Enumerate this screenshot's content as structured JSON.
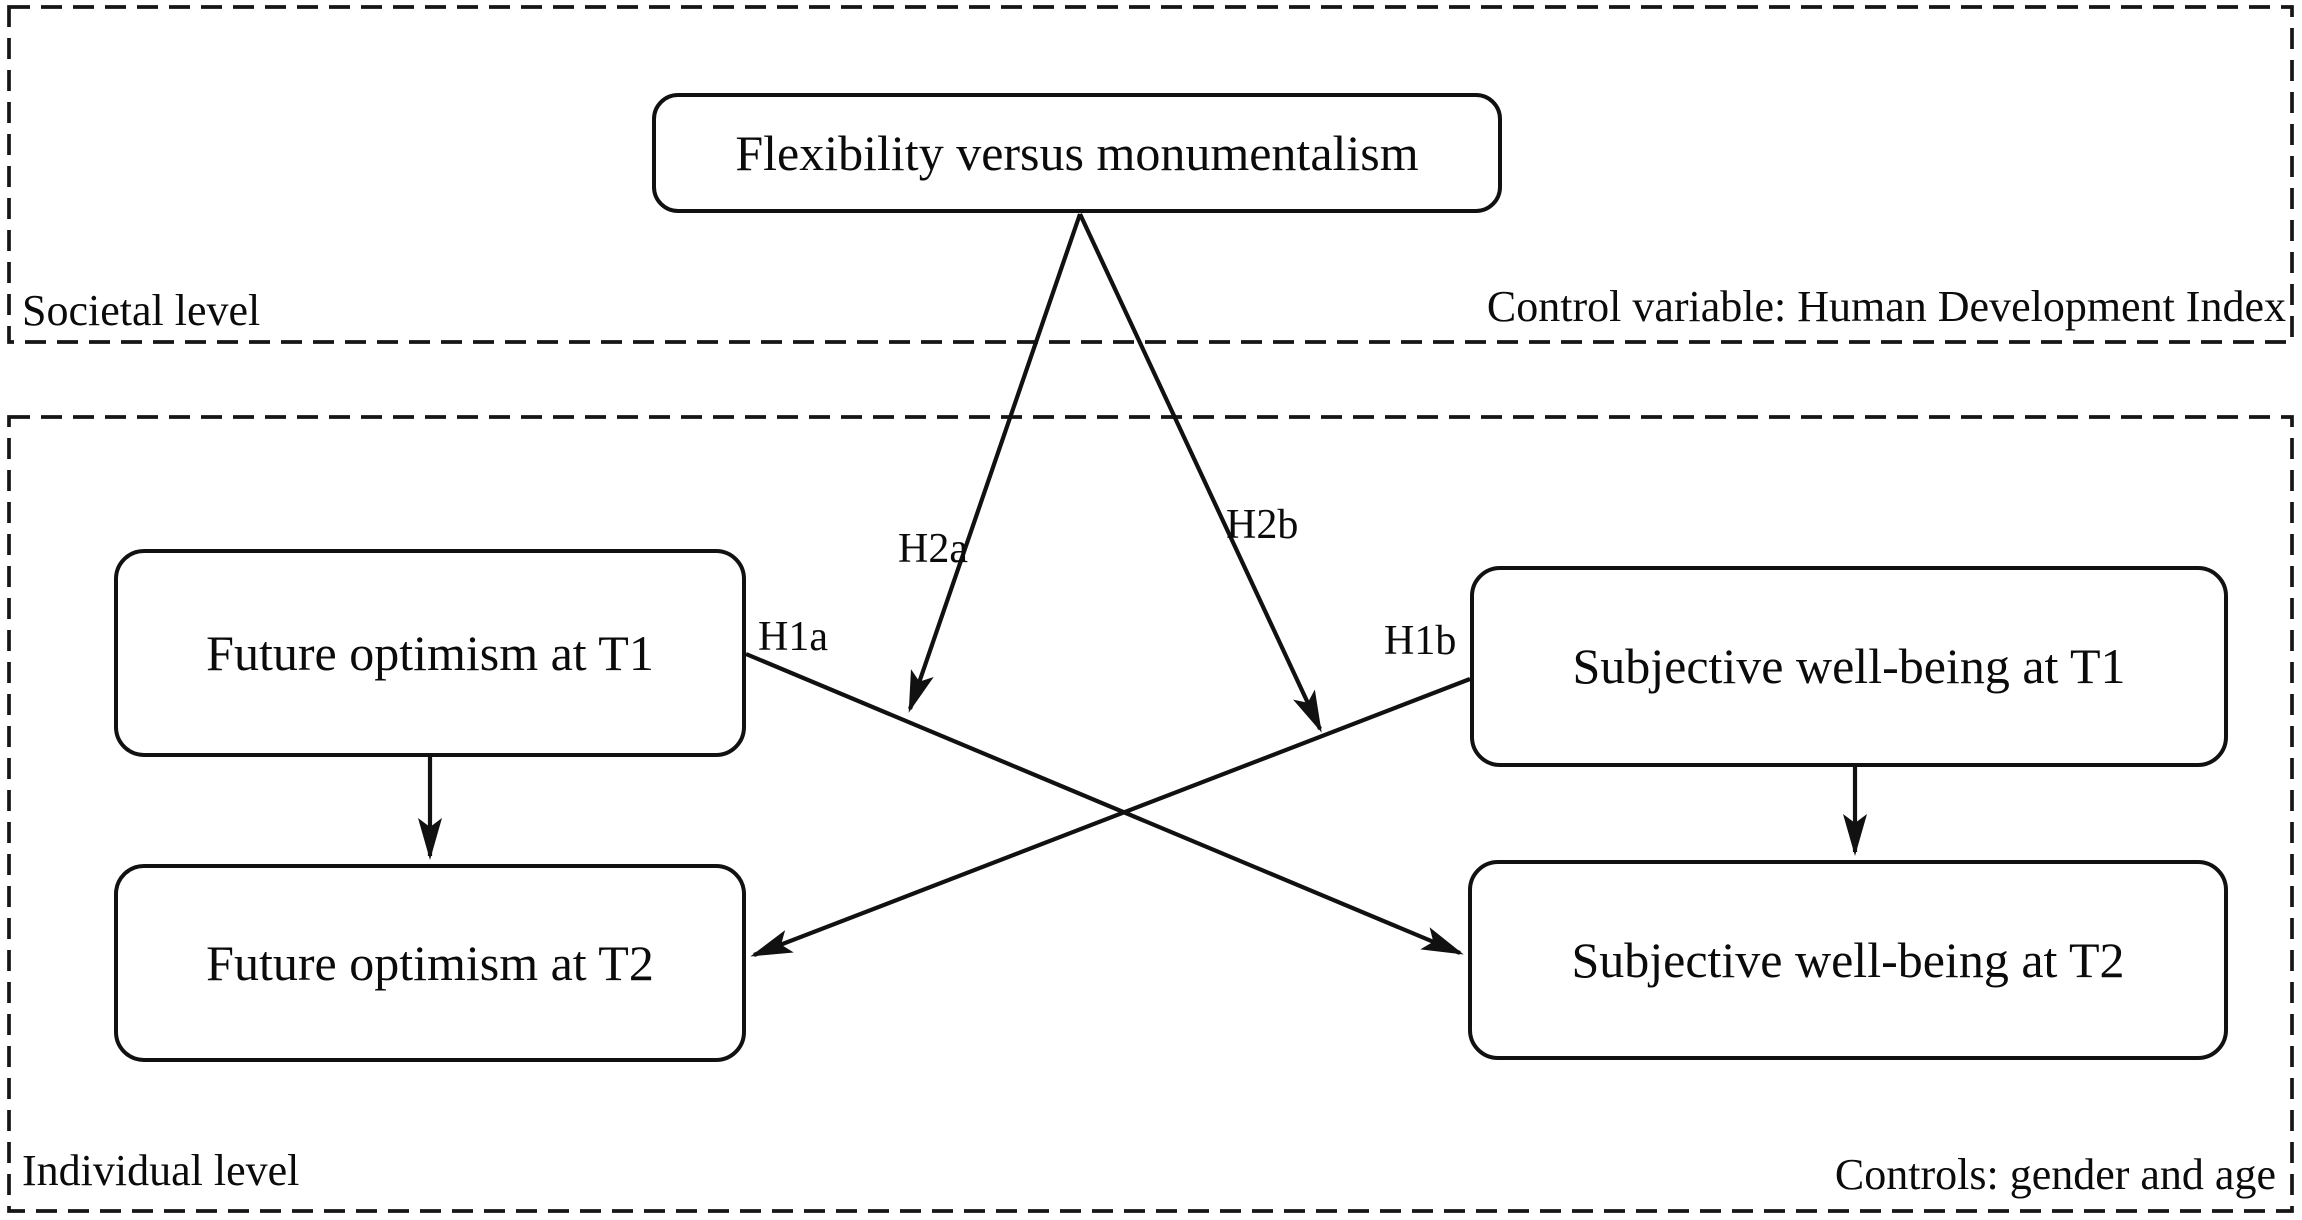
{
  "figure": {
    "background_color": "#ffffff",
    "line_color": "#111111",
    "type": "conceptual-model-diagram"
  },
  "societal_panel": {
    "label": "Societal level",
    "note": "Control variable: Human Development Index",
    "box": {
      "label": "Flexibility versus monumentalism"
    }
  },
  "individual_panel": {
    "label": "Individual level",
    "note": "Controls: gender and age",
    "boxes": {
      "fo_t1": "Future optimism at T1",
      "fo_t2": "Future optimism at T2",
      "swb_t1": "Subjective well-being at T1",
      "swb_t2": "Subjective well-being at T2"
    }
  },
  "hypotheses": {
    "h1a": "H1a",
    "h1b": "H1b",
    "h2a": "H2a",
    "h2b": "H2b"
  },
  "edges": [
    {
      "from": "Future optimism at T1",
      "to": "Subjective well-being at T2",
      "label": "H1a",
      "style": "arrow"
    },
    {
      "from": "Subjective well-being at T1",
      "to": "Future optimism at T2",
      "label": "H1b",
      "style": "arrow"
    },
    {
      "from": "Flexibility versus monumentalism",
      "to": "H1a path",
      "label": "H2a",
      "style": "arrow-onto-path"
    },
    {
      "from": "Flexibility versus monumentalism",
      "to": "H1b path",
      "label": "H2b",
      "style": "arrow-onto-path"
    },
    {
      "from": "Future optimism at T1",
      "to": "Future optimism at T2",
      "label": "",
      "style": "arrow"
    },
    {
      "from": "Subjective well-being at T1",
      "to": "Subjective well-being at T2",
      "label": "",
      "style": "arrow"
    }
  ]
}
